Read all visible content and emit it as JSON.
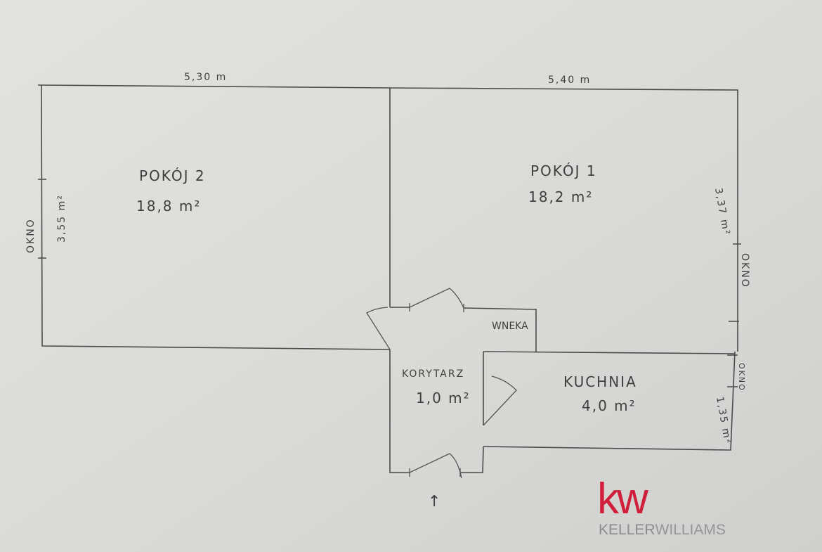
{
  "dimensions": {
    "top_left": "5,30 m",
    "top_right": "5,40 m",
    "left_window": "3,55 m²",
    "right_window": "3,37 m²",
    "kitchen_window": "1,35 m²"
  },
  "windows": [
    "OKNO",
    "OKNO",
    "OKNO"
  ],
  "rooms": [
    {
      "name": "POKÓJ 2",
      "area": "18,8 m²"
    },
    {
      "name": "POKÓJ 1",
      "area": "18,2 m²"
    },
    {
      "name": "KORYTARZ",
      "area": "1,0 m²"
    },
    {
      "name": "KUCHNIA",
      "area": "4,0 m²"
    },
    {
      "name": "WNEKA"
    }
  ],
  "entrance_arrow": "↑",
  "logo": {
    "mark": "kw",
    "brand_first": "KELLER",
    "brand_second": "WILLIAMS",
    "mark_color": "#cf1f3a",
    "text_color": "#8a8c8e"
  }
}
